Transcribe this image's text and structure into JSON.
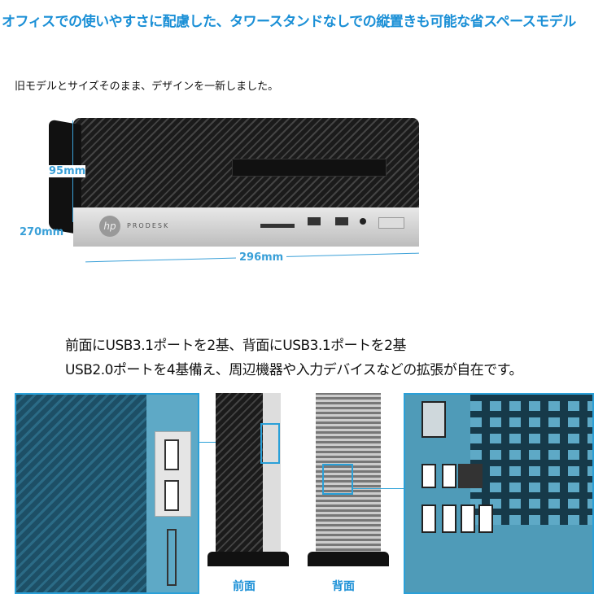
{
  "headline": "オフィスでの使いやすさに配慮した、タワースタンドなしでの縦置きも可能な省スペースモデル",
  "subheadline": "旧モデルとサイズそのまま、デザインを一新しました。",
  "product": {
    "brand": "hp",
    "model": "PRODESK"
  },
  "dimensions": {
    "height": "95mm",
    "depth": "270mm",
    "width": "296mm"
  },
  "description": {
    "line1": "前面にUSB3.1ポートを2基、背面にUSB3.1ポートを2基",
    "line2": "USB2.0ポートを4基備え、周辺機器や入力デバイスなどの拡張が自在です。"
  },
  "captions": {
    "front": "前面",
    "back": "背面"
  },
  "colors": {
    "accent": "#1a8fd6",
    "panel_bg": "#5ea9c6"
  }
}
